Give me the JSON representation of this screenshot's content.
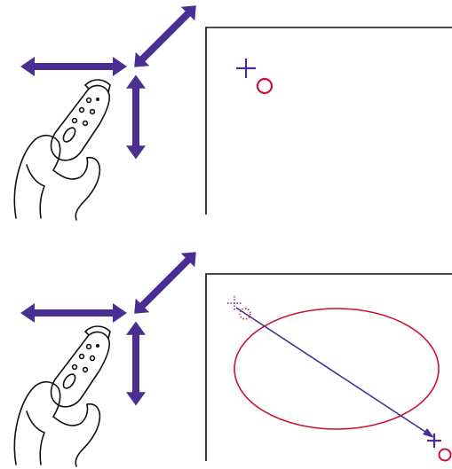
{
  "colors": {
    "arrow": "#4b2e91",
    "cursor_plus": "#4b2e91",
    "circle": "#cc1133",
    "screen_border": "#111111",
    "hand_outline": "#111111",
    "trajectory": "#4b2e91"
  },
  "panels": [
    {
      "id": "top",
      "icons": [
        "pointing-remote-icon",
        "hand-icon",
        "motion-arrows-icon",
        "crosshair-cursor-icon",
        "target-circle-icon"
      ]
    },
    {
      "id": "bottom",
      "icons": [
        "pointing-remote-icon",
        "hand-icon",
        "motion-arrows-icon",
        "crosshair-cursor-icon",
        "target-circle-icon",
        "ellipse-path",
        "trajectory-line",
        "dotted-start-cursor-icon"
      ]
    }
  ]
}
